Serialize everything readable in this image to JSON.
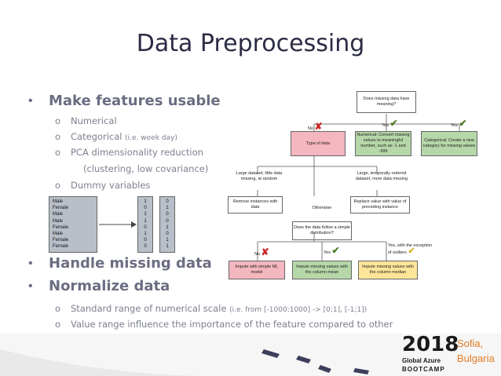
{
  "title": "Data Preprocessing",
  "bullets": [
    {
      "text": "Make features usable"
    },
    {
      "text": "Handle missing data"
    },
    {
      "text": "Normalize data"
    }
  ],
  "sub_items": {
    "numerical": "Numerical",
    "categorical": "Categorical",
    "categorical_note": "(i.e. week day)",
    "pca": "PCA dimensionality reduction",
    "pca_note": "(clustering, low covariance)",
    "dummy": "Dummy variables",
    "std_range": "Standard range of numerical scale",
    "std_range_note": "(i.e. from [-1000;1000] -> [0;1], [-1;1])",
    "value_range": "Value range influence the importance of the feature compared to other"
  },
  "sub_marker": "o",
  "bullet_marker": "•",
  "matrix": {
    "col1": [
      "Male",
      "Female",
      "Male",
      "Male",
      "Female",
      "Male",
      "Female",
      "Female"
    ],
    "col2": [
      "1",
      "0",
      "1",
      "1",
      "0",
      "1",
      "0",
      "0"
    ],
    "col3": [
      "0",
      "1",
      "0",
      "0",
      "1",
      "0",
      "1",
      "1"
    ]
  },
  "diagram": {
    "root": "Does missing data have meaning?",
    "no1": "No",
    "yes1": "Yes",
    "yes2": "Yes",
    "type_of_data": "Type of data",
    "numerical_box": "Numerical: Convert missing values to meaningful number, such as -1 and -999",
    "categorical_box": "Categorical: Create a new category for missing values",
    "large_random": "Large dataset; little data missing, at random",
    "large_temporal": "Large, temporally ordered dataset; more data missing",
    "otherwise": "Otherwise",
    "remove_instances": "Remove instances with data",
    "replace_preceding": "Replace value with value of preceding instance",
    "simple_dist": "Does the data follow a simple distribution?",
    "no2": "No",
    "yes3": "Yes",
    "yes_outliers": "Yes, with the exception of outliers",
    "impute_ml": "Impute with simple ML model",
    "impute_mean": "Impute missing values with the column mean",
    "impute_median": "Impute missing values with the column median"
  },
  "logo": {
    "year": "2018",
    "line1": "Global Azure",
    "line2": "BOOTCAMP",
    "city1": "Sofia,",
    "city2": "Bulgaria"
  },
  "colors": {
    "pink": "#f4b6bf",
    "green": "#b6d7a8",
    "yellow": "#ffe599",
    "check": "#4f7a28",
    "cross": "#cc2222",
    "accent": "#e07b24"
  }
}
